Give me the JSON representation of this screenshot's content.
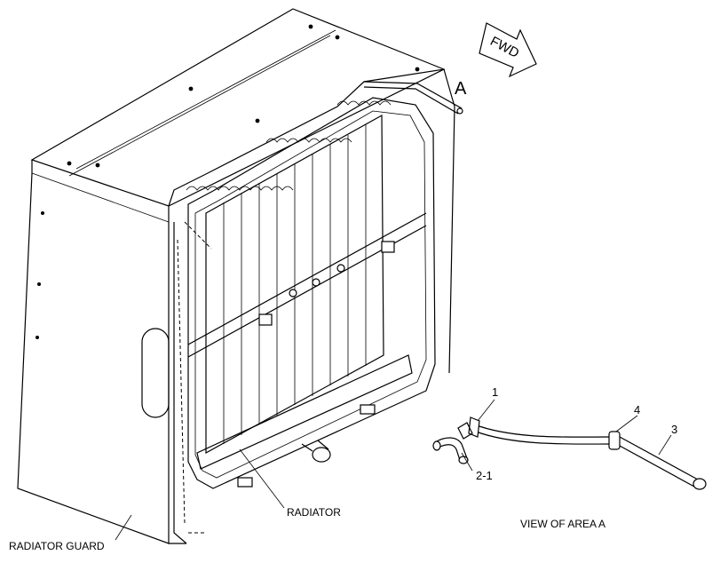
{
  "labels": {
    "fwd": "FWD",
    "area_marker": "A",
    "callout_1": "1",
    "callout_2_1": "2-1",
    "callout_3": "3",
    "callout_4": "4",
    "radiator": "RADIATOR",
    "radiator_guard": "RADIATOR GUARD",
    "view_of_area": "VIEW OF AREA A"
  }
}
